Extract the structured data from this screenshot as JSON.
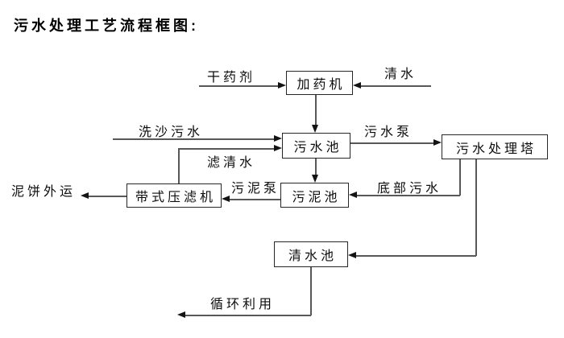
{
  "title": "污水处理工艺流程框图:",
  "diagram": {
    "type": "flowchart",
    "nodes": [
      {
        "id": "dosing-machine",
        "label": "加药机"
      },
      {
        "id": "wastewater-pool",
        "label": "污水池"
      },
      {
        "id": "treatment-tower",
        "label": "污水处理塔"
      },
      {
        "id": "sludge-pool",
        "label": "污泥池"
      },
      {
        "id": "belt-filter-press",
        "label": "带式压滤机"
      },
      {
        "id": "clean-water-pool",
        "label": "清水池"
      }
    ],
    "edges": [
      {
        "from": "external",
        "to": "dosing-machine",
        "label": "干药剂"
      },
      {
        "from": "external",
        "to": "dosing-machine",
        "label": "清水"
      },
      {
        "from": "dosing-machine",
        "to": "wastewater-pool",
        "label": ""
      },
      {
        "from": "external",
        "to": "wastewater-pool",
        "label": "洗沙污水"
      },
      {
        "from": "belt-filter-press",
        "to": "wastewater-pool",
        "label": "滤清水"
      },
      {
        "from": "wastewater-pool",
        "to": "treatment-tower",
        "label": "污水泵"
      },
      {
        "from": "wastewater-pool",
        "to": "sludge-pool",
        "label": ""
      },
      {
        "from": "treatment-tower",
        "to": "sludge-pool",
        "label": "底部污水"
      },
      {
        "from": "sludge-pool",
        "to": "belt-filter-press",
        "label": "污泥泵"
      },
      {
        "from": "belt-filter-press",
        "to": "external",
        "label": "泥饼外运"
      },
      {
        "from": "treatment-tower",
        "to": "clean-water-pool",
        "label": ""
      },
      {
        "from": "clean-water-pool",
        "to": "external",
        "label": "循环利用"
      }
    ]
  },
  "colors": {
    "background": "#ffffff",
    "box_border": "#262626",
    "line": "#585858",
    "arrow": "#141414",
    "text": "#0d0d0d"
  }
}
